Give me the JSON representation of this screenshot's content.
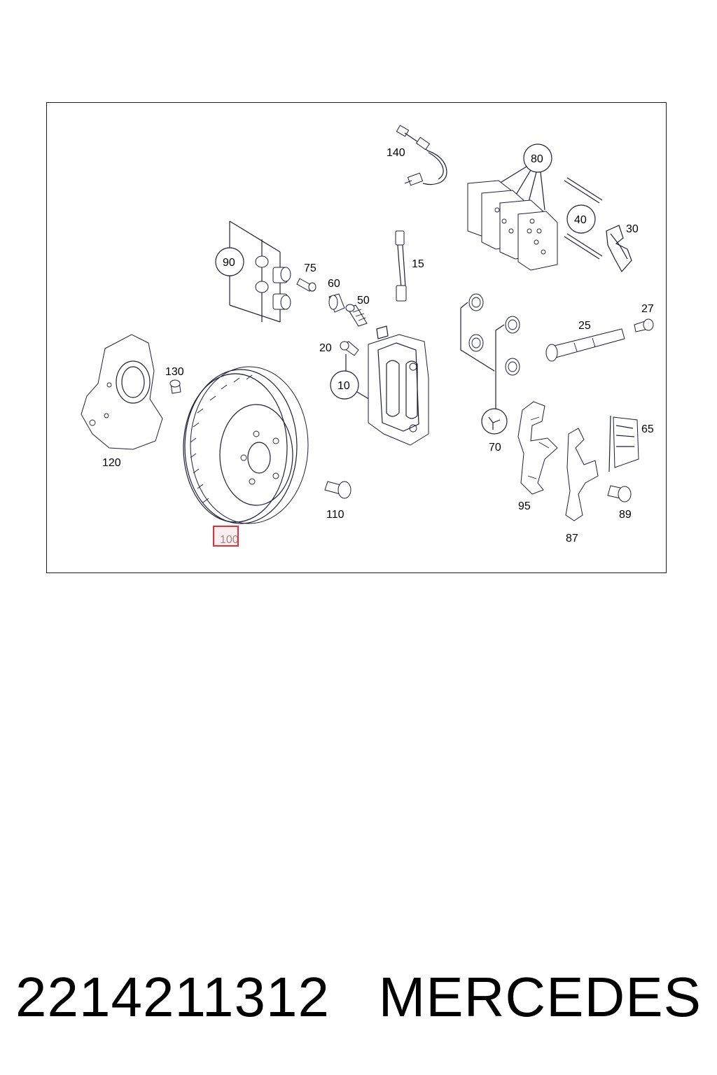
{
  "diagram": {
    "labels": {
      "p140": "140",
      "p80": "80",
      "p40": "40",
      "p30": "30",
      "p90": "90",
      "p75": "75",
      "p60": "60",
      "p50": "50",
      "p15": "15",
      "p27": "27",
      "p25": "25",
      "p20": "20",
      "p10": "10",
      "p130": "130",
      "p120": "120",
      "p110": "110",
      "p100": "100",
      "p70": "70",
      "p65": "65",
      "p95": "95",
      "p89": "89",
      "p87": "87"
    },
    "highlight_color": "#e0303a",
    "highlight_fill": "#fbe3e6"
  },
  "footer": {
    "part_number": "2214211312",
    "brand": "MERCEDES"
  }
}
